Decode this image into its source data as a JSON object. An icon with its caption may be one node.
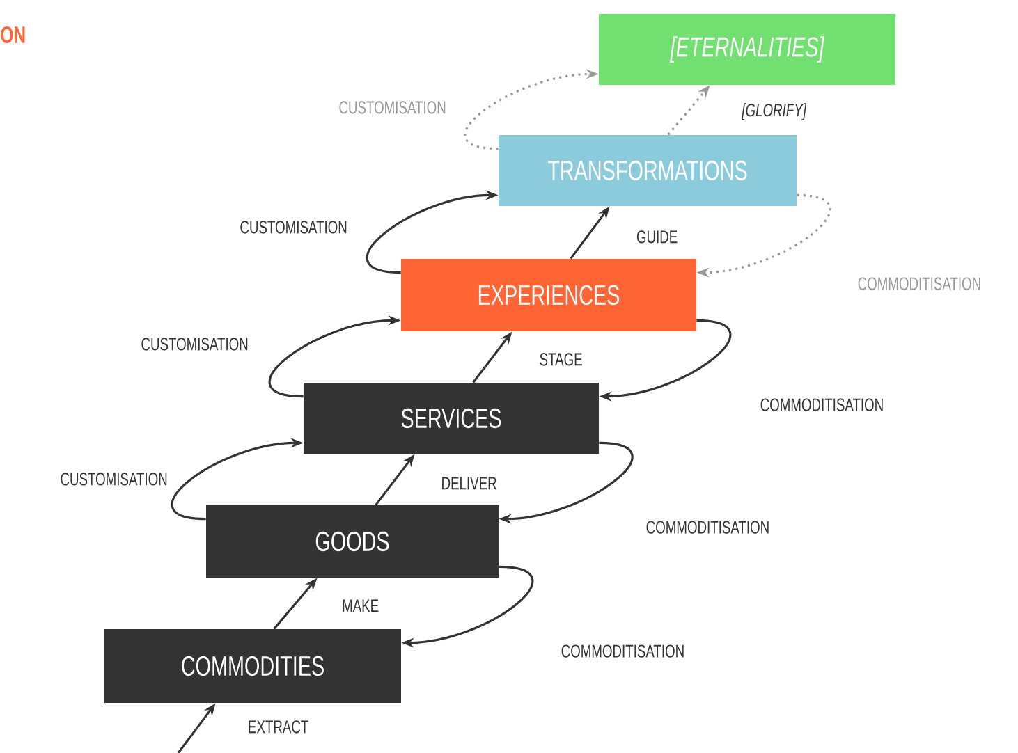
{
  "diagram": {
    "nodes": [
      {
        "text": [
          "[ETERNALITIES]"
        ]
      },
      {
        "text": [
          "TRANSFORMATIONS"
        ]
      },
      {
        "text": [
          "EXPERIENCES"
        ]
      },
      {
        "text": [
          "SERVICES"
        ]
      },
      {
        "text": [
          "GOODS"
        ]
      },
      {
        "text": [
          "COMMODITIES"
        ]
      }
    ],
    "edges": [
      {
        "from": null,
        "to": 5,
        "arrow": "to",
        "label": "EXTRACT"
      },
      {
        "from": 5,
        "to": 4,
        "arrow": "to",
        "label": "MAKE"
      },
      {
        "from": 4,
        "to": 3,
        "arrow": "to",
        "label": "DELIVER"
      },
      {
        "from": 3,
        "to": 2,
        "arrow": "to",
        "label": "STAGE"
      },
      {
        "from": 2,
        "to": 1,
        "arrow": "to",
        "label": "GUIDE"
      },
      {
        "from": 1,
        "to": 0,
        "arrow": "to",
        "label": "[GLORIFY]",
        "style": "dashed",
        "color": "#999999"
      },
      {
        "from": 4,
        "to": 3,
        "arrow": "to",
        "label": "CUSTOMISATION"
      },
      {
        "from": 3,
        "to": 2,
        "arrow": "to",
        "label": "CUSTOMISATION"
      },
      {
        "from": 2,
        "to": 1,
        "arrow": "to",
        "label": "CUSTOMISATION"
      },
      {
        "from": 1,
        "to": 0,
        "arrow": "to",
        "label": "CUSTOMISATION",
        "style": "dashed",
        "color": "#999999"
      },
      {
        "from": 3,
        "to": 4,
        "arrow": "to",
        "label": "COMMODITISATION"
      },
      {
        "from": 2,
        "to": 3,
        "arrow": "to",
        "label": "COMMODITISATION"
      },
      {
        "from": 1,
        "to": 2,
        "arrow": "to",
        "label": "COMMODITISATION",
        "style": "dashed",
        "color": "#999999"
      },
      {
        "from": 4,
        "to": 5,
        "arrow": "to",
        "label": "COMMODITISATION"
      }
    ],
    "labels": [
      "ON"
    ]
  }
}
